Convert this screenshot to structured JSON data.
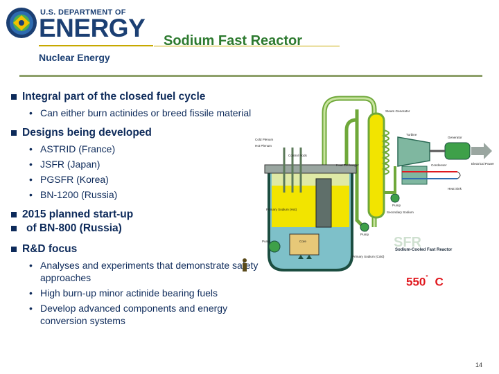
{
  "header": {
    "dept_line": "U.S. DEPARTMENT OF",
    "agency": "ENERGY",
    "office": "Nuclear Energy",
    "title": "Sodium Fast Reactor"
  },
  "bullets": [
    {
      "text": "Integral part of the closed fuel cycle",
      "subs": [
        "Can either burn actinides or breed fissile material"
      ]
    },
    {
      "text": "Designs being developed",
      "subs": [
        "ASTRID (France)",
        "JSFR (Japan)",
        "PGSFR (Korea)",
        "BN-1200 (Russia)"
      ]
    },
    {
      "text": "2015 planned start-up",
      "text2": "of BN-800 (Russia)"
    },
    {
      "text": "R&D focus",
      "subs": [
        "Analyses and experiments that demonstrate safety",
        "approaches",
        "High burn-up minor actinide bearing fuels",
        "Develop advanced components and energy",
        "conversion systems"
      ]
    }
  ],
  "diagram": {
    "labels": {
      "cold_plenum": "Cold Plenum",
      "hot_plenum": "Hot Plenum",
      "control_rods": "Control Rods",
      "primary_sodium_hot": "Primary Sodium (Hot)",
      "heat_exchanger": "Heat Exchanger",
      "steam_generator": "Steam Generator",
      "turbine": "Turbine",
      "generator": "Generator",
      "electrical_power": "Electrical Power",
      "condenser": "Condenser",
      "heat_sink": "Heat Sink",
      "pump1": "Pump",
      "pump2": "Pump",
      "pump3": "Pump",
      "secondary_sodium": "Secondary Sodium",
      "core": "Core",
      "primary_sodium_cold": "Primary Sodium (Cold)",
      "sfr_badge": "SFR",
      "sfr_caption": "Sodium-Cooled Fast Reactor"
    }
  },
  "temperature": {
    "value": "550",
    "unit_deg": "˚",
    "unit": "C"
  },
  "page_number": "14",
  "colors": {
    "navy": "#0d2a5a",
    "title_green": "#2d7a2f",
    "gold": "#c7a800",
    "red": "#e0191f"
  }
}
